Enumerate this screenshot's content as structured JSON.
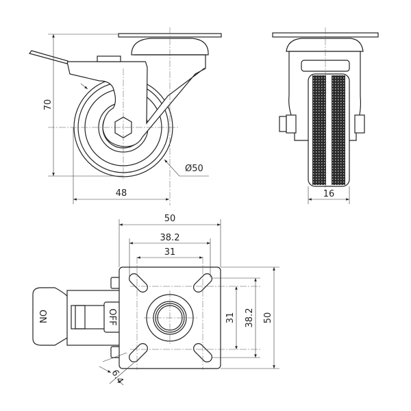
{
  "title": "Swivel caster with brake - dimensional drawing",
  "front_view": {
    "height_label": "70",
    "width_label": "48",
    "diameter_label": "Ø50"
  },
  "side_view": {
    "wheel_width_label": "16"
  },
  "top_view": {
    "plate_width_label": "50",
    "hole_spacing_outer_label": "38.2",
    "hole_spacing_inner_label": "31",
    "right_inner_label": "31",
    "right_outer_label": "38.2",
    "right_plate_label": "50",
    "slot_width_label": "6.4",
    "brake_on_label": "ON",
    "brake_off_label": "OFF"
  },
  "colors": {
    "line": "#222222",
    "tread": "#2a2a2a",
    "background": "#ffffff"
  }
}
